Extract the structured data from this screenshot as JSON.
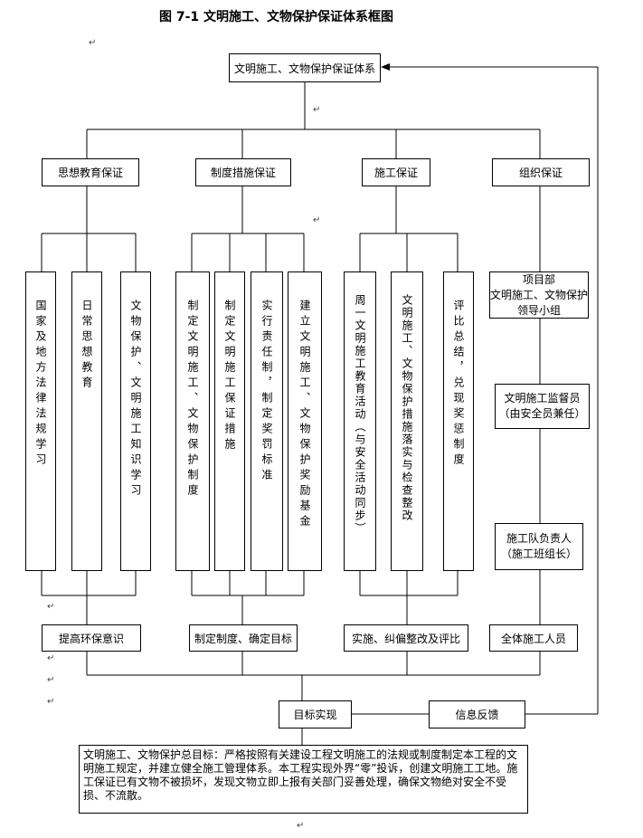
{
  "title": "图 7-1    文明施工、文物保护保证体系框图",
  "root": "文明施工、文物保护保证体系",
  "branches": [
    {
      "label": "思想教育保证",
      "items": [
        "国家及地方法律法规学习",
        "日常思想教育",
        "文物保护、文明施工知识学习"
      ],
      "outcome": "提高环保意识"
    },
    {
      "label": "制度措施保证",
      "items": [
        "制定文明施工、文物保护制度",
        "制定文明施工保证措施",
        "实行责任制，制定奖罚标准",
        "建立文明施工、文物保护奖励基金"
      ],
      "outcome": "制定制度、确定目标"
    },
    {
      "label": "施工保证",
      "items": [
        "周一文明施工教育活动（与安全活动同步）",
        "文明施工、文物保护措施落实与检查整改",
        "评比总结，兑现奖惩制度"
      ],
      "outcome": "实施、纠偏整改及评比"
    },
    {
      "label": "组织保证",
      "org_chain": [
        [
          "项目部",
          "文明施工、文物保护",
          "领导小组"
        ],
        [
          "文明施工监督员",
          "（由安全员兼任）"
        ],
        [
          "施工队负责人",
          "（施工班组长）"
        ]
      ],
      "outcome": "全体施工人员"
    }
  ],
  "target": "目标实现",
  "feedback": "信息反馈",
  "goal_text": "文明施工、文物保护总目标：严格按照有关建设工程文明施工的法规或制度制定本工程的文明施工规定，并建立健全施工管理体系。本工程实现外界“零”投诉，创建文明施工工地。施工保证已有文物不被损坏，发现文物立即上报有关部门妥善处理，确保文物绝对安全不受损、不流散。"
}
